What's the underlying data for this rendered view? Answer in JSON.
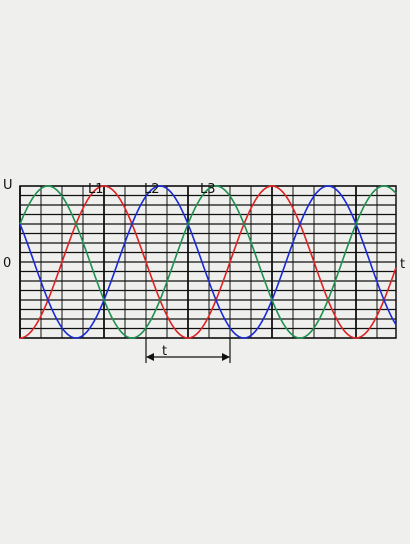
{
  "chart_data": {
    "type": "line",
    "xlabel": "t",
    "ylabel": "U",
    "zero_label": "0",
    "period_label": "t",
    "ylim": [
      -1,
      1
    ],
    "xlim": [
      0,
      4.5
    ],
    "x_unit": "half-period (180°) between dark vertical gridlines",
    "grid": true,
    "series": [
      {
        "name": "L1",
        "color": "#dd2222",
        "phase_deg": 0
      },
      {
        "name": "L2",
        "color": "#1a2ad6",
        "phase_deg": -120
      },
      {
        "name": "L3",
        "color": "#1f9050",
        "phase_deg": -240
      }
    ],
    "period_marker_label": "t",
    "period_marker_range": [
      1.5,
      2.5
    ]
  }
}
